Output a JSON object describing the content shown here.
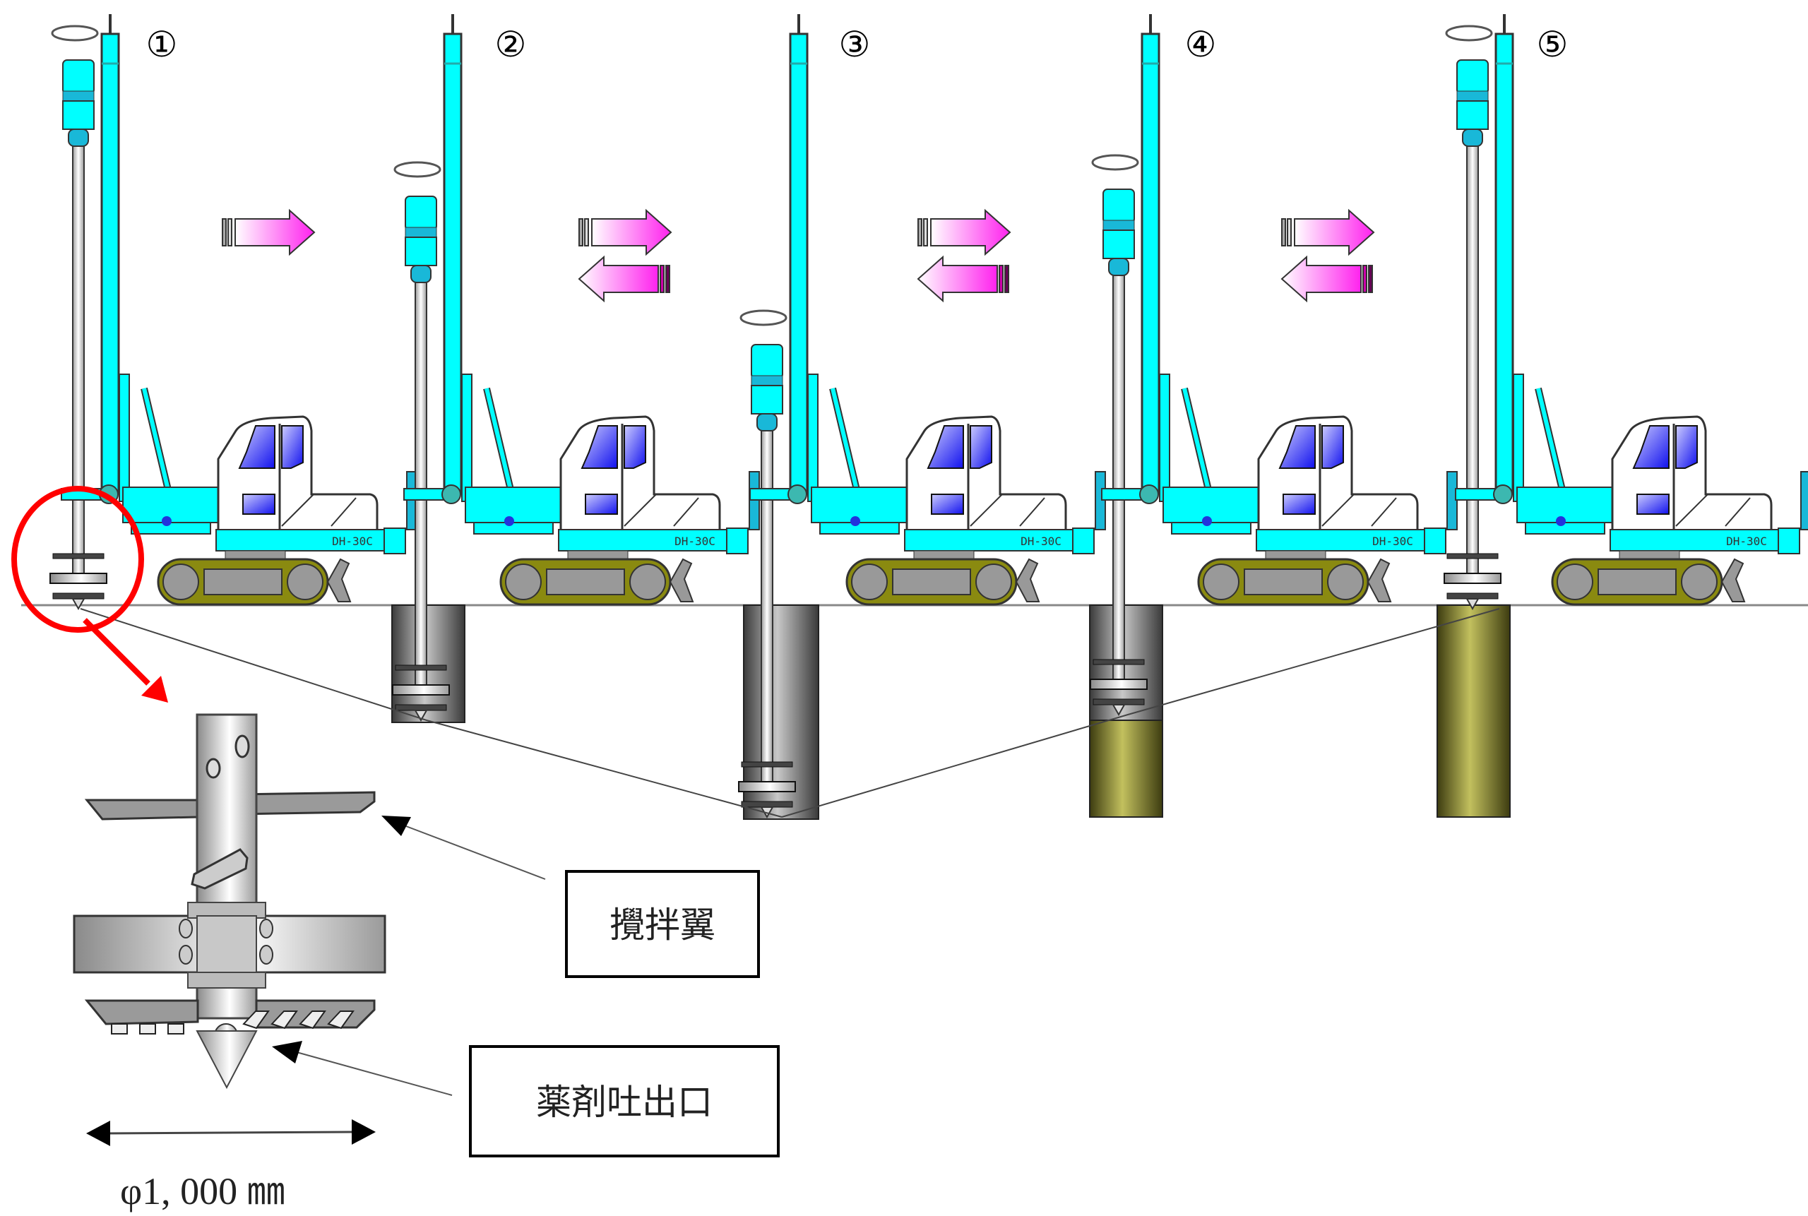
{
  "figure": {
    "title": "Soil improvement drilling process (steps 1-5)"
  },
  "steps": [
    {
      "number": "①",
      "phase": "set-up",
      "rod_state": "above-ground",
      "pit_state": "none"
    },
    {
      "number": "②",
      "phase": "penetrating",
      "rod_state": "mid-depth",
      "pit_state": "drilling"
    },
    {
      "number": "③",
      "phase": "reached-bottom",
      "rod_state": "full-depth",
      "pit_state": "drilling"
    },
    {
      "number": "④",
      "phase": "withdrawing",
      "rod_state": "mid-depth",
      "pit_state": "partly-improved"
    },
    {
      "number": "⑤",
      "phase": "completed",
      "rod_state": "above-ground",
      "pit_state": "improved-column"
    }
  ],
  "transitions": [
    {
      "between": "①→②",
      "arrows": [
        "right"
      ]
    },
    {
      "between": "②→③",
      "arrows": [
        "right",
        "left"
      ]
    },
    {
      "between": "③→④",
      "arrows": [
        "right",
        "left"
      ]
    },
    {
      "between": "④→⑤",
      "arrows": [
        "right",
        "left"
      ]
    }
  ],
  "machine": {
    "body_label": "DH-30C"
  },
  "detail": {
    "callouts": [
      {
        "id": "mixing-blade",
        "text": "攪拌翼"
      },
      {
        "id": "chemical-outlet",
        "text": "薬剤吐出口"
      }
    ],
    "dimension_label": "φ1, 000 ㎜"
  },
  "colors": {
    "machine": "#00ffff",
    "machine_dark": "#19b8d8",
    "cab_glass": "#2222ee",
    "track": "#8a8a10",
    "improved_soil": "#bdbb5e",
    "drilled_hole": "#808080",
    "move_arrow": "#ff33ee",
    "highlight": "#ff0000"
  }
}
